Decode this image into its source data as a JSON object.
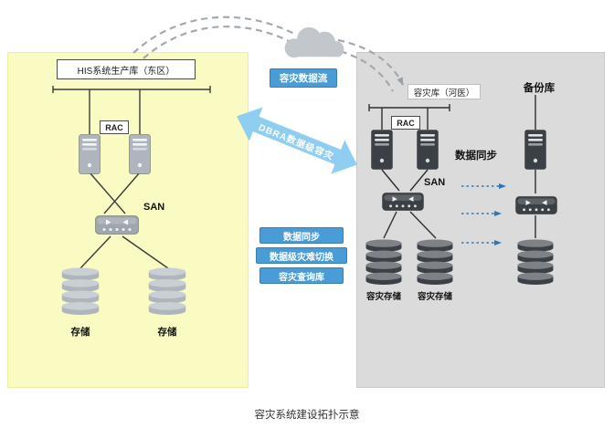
{
  "caption": "容灾系统建设拓扑示意",
  "left_panel": {
    "title": "HIS系统生产库（东区）",
    "rac_label": "RAC",
    "san_label": "SAN",
    "storage_labels": [
      "存储",
      "存储"
    ]
  },
  "flow": {
    "cloud_flow_label": "容灾数据流",
    "dbra_arrow_label": "DBRA数据级容灾",
    "badges": [
      "数据同步",
      "数据级灾难切换",
      "容灾查询库"
    ]
  },
  "right_panel": {
    "title": "容灾库（河医）",
    "backup_title": "备份库",
    "rac_label": "RAC",
    "san_label": "SAN",
    "sync_label": "数据同步",
    "storage_labels": [
      "容灾存储",
      "容灾存储"
    ]
  },
  "colors": {
    "panel_left_bg": "#FAFAC3",
    "panel_right_bg": "#DBDBDB",
    "badge_blue": "#4A9CD6",
    "arrow_blue": "#8FCEF0",
    "dotted_arrow_blue": "#2E75B6",
    "light_icon_gray": "#AEB5BC",
    "dark_icon_gray": "#3A4046",
    "cloud_gray": "#C2C7CD"
  }
}
